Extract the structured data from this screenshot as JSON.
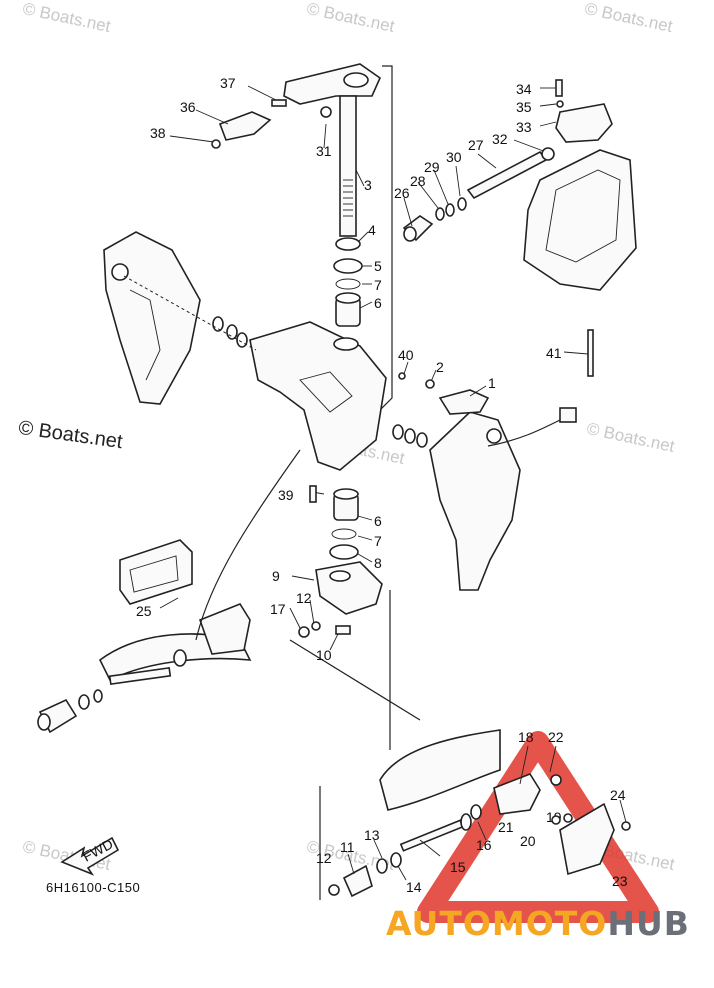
{
  "watermarks": {
    "small": "© Boats.net",
    "left": "© Boats.net"
  },
  "diagram_code": "6H16100-C150",
  "fwd_label": "FWD",
  "brand": {
    "part1": "AUTOMOTO",
    "part2": "HUB",
    "color_primary": "#f5a623",
    "color_secondary": "#6b6f78",
    "triangle_color": "#e0362c"
  },
  "callouts": [
    "1",
    "2",
    "3",
    "4",
    "5",
    "6",
    "7",
    "8",
    "9",
    "10",
    "11",
    "12",
    "13",
    "14",
    "15",
    "16",
    "17",
    "18",
    "19",
    "20",
    "21",
    "22",
    "23",
    "24",
    "25",
    "26",
    "27",
    "28",
    "29",
    "30",
    "31",
    "32",
    "33",
    "34",
    "35",
    "36",
    "37",
    "38",
    "39",
    "40",
    "41"
  ]
}
